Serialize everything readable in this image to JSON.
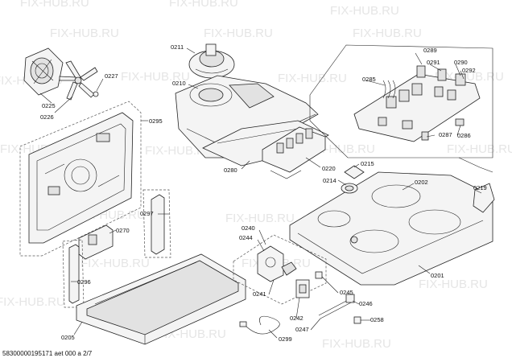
{
  "part_labels": {
    "p0211": "0211",
    "p0210": "0210",
    "p0225": "0225",
    "p0226": "0226",
    "p0227": "0227",
    "p0295": "0295",
    "p0297": "0297",
    "p0270": "0270",
    "p0296": "0296",
    "p0205": "0205",
    "p0280": "0280",
    "p0220": "0220",
    "p0215": "0215",
    "p0214": "0214",
    "p0202": "0202",
    "p0219": "0219",
    "p0201": "0201",
    "p0285": "0285",
    "p0289": "0289",
    "p0291": "0291",
    "p0290": "0290",
    "p0292": "0292",
    "p0287": "0287",
    "p0286": "0286",
    "p0240": "0240",
    "p0244": "0244",
    "p0241": "0241",
    "p0245": "0245",
    "p0242": "0242",
    "p0246": "0246",
    "p0247": "0247",
    "p0258": "0258",
    "p0299": "0299"
  },
  "watermark": "FIX-HUB.RU",
  "doc_reference": "58300000195171 aet 000 a 2/7"
}
